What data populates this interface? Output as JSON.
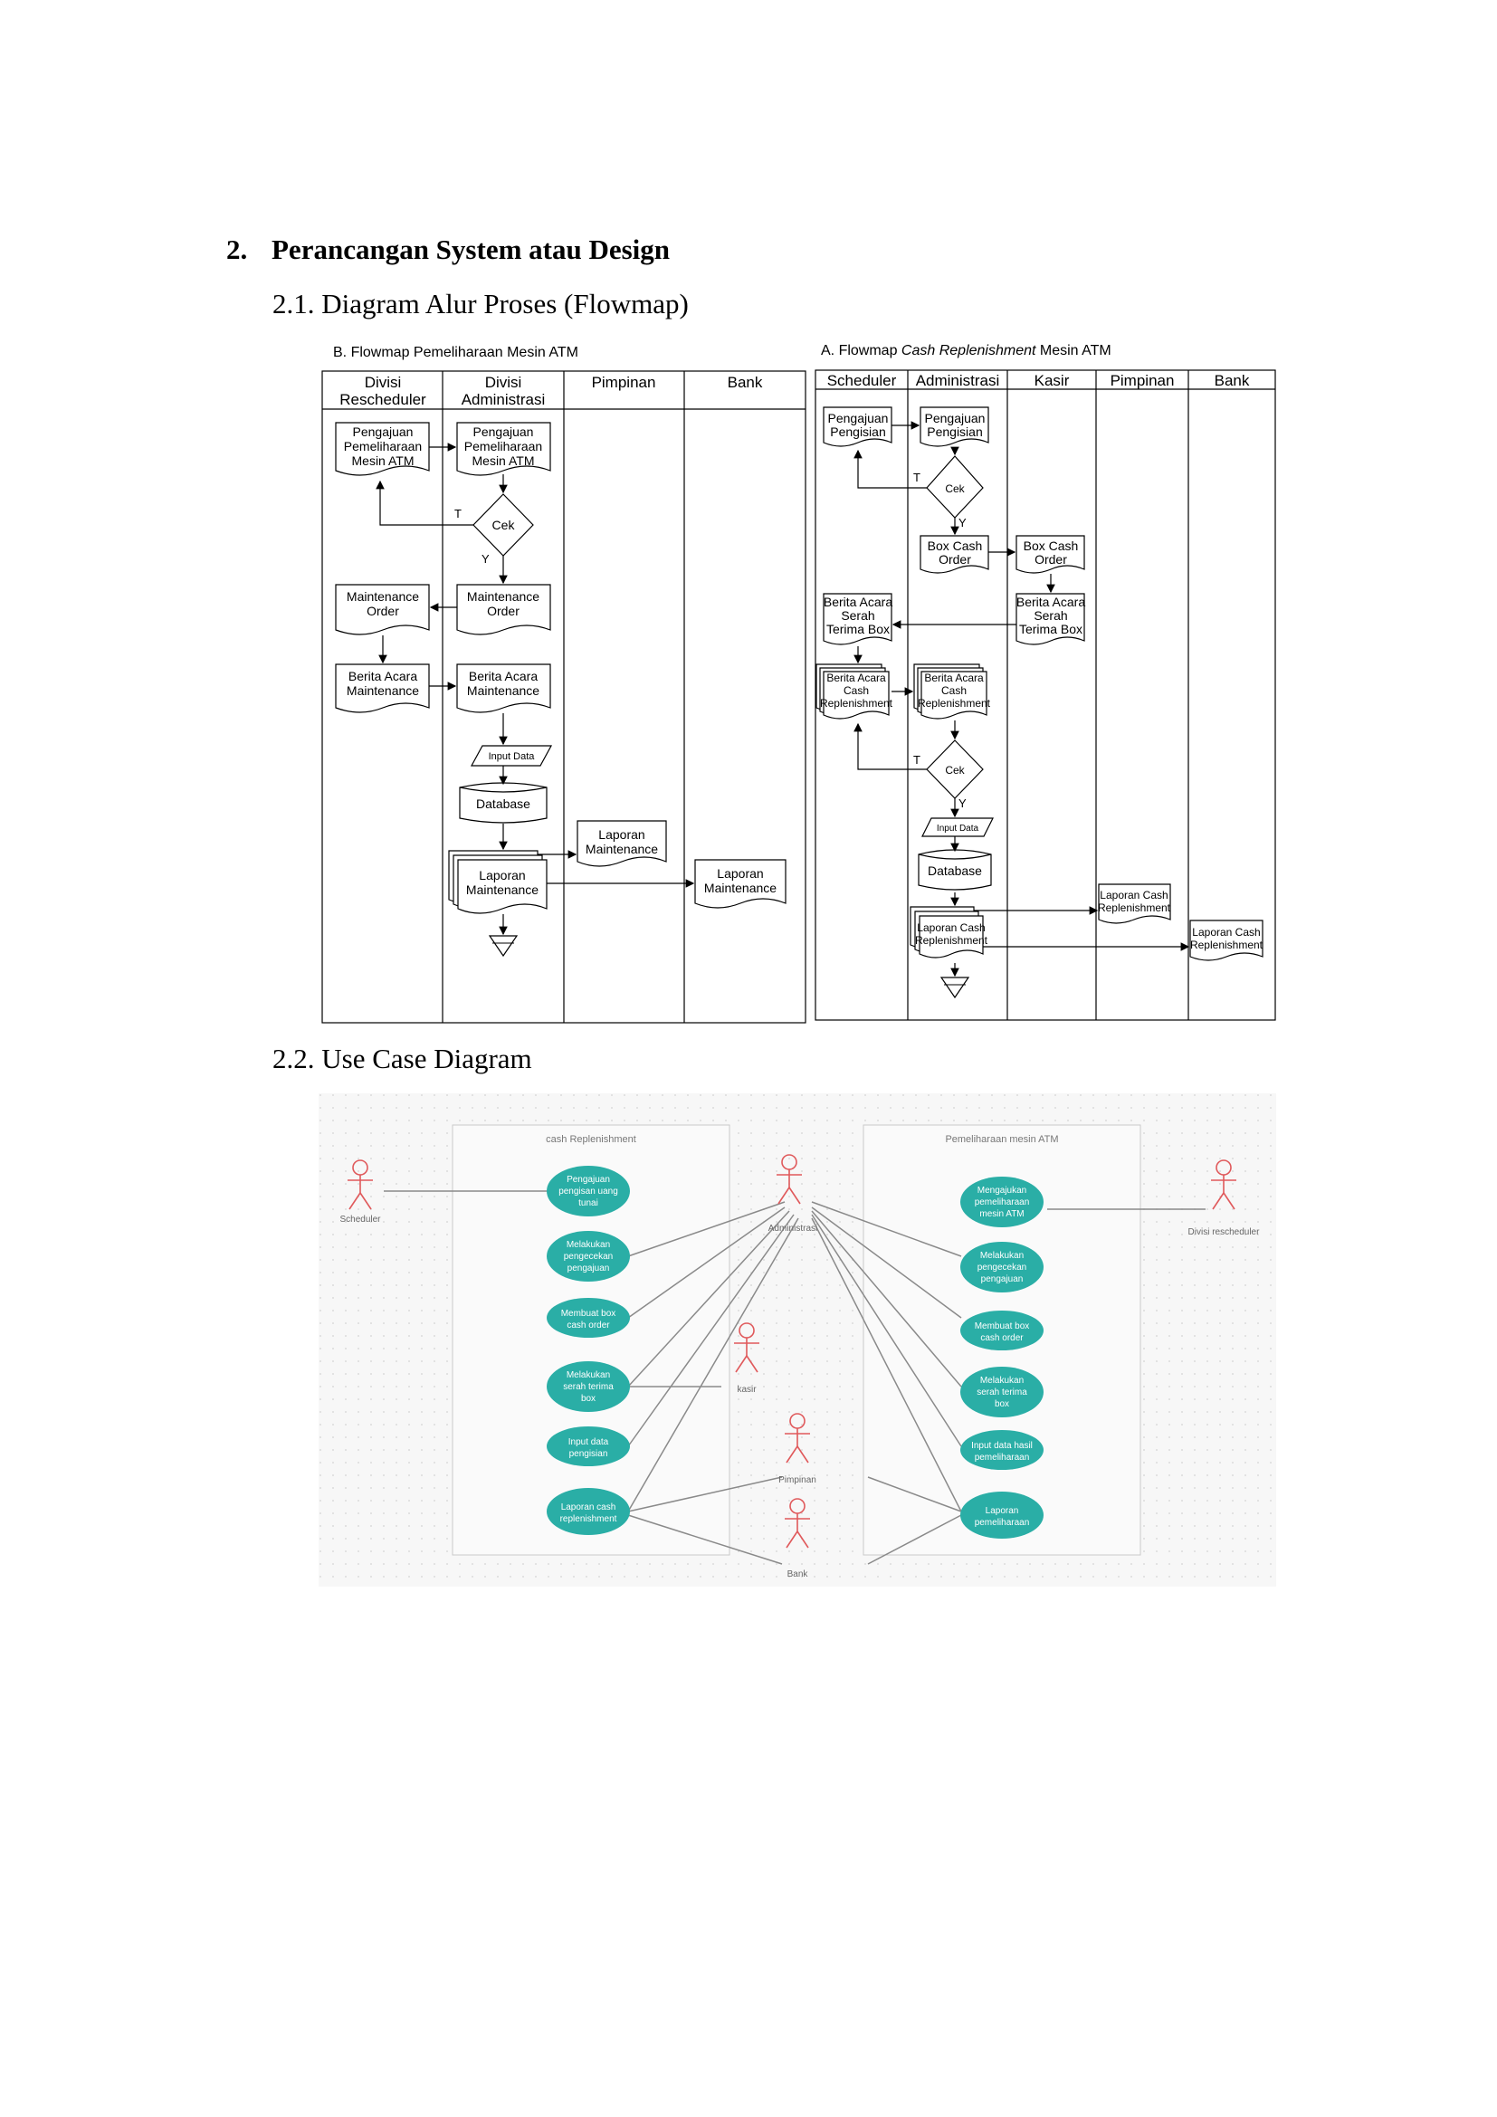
{
  "section": {
    "number": "2.",
    "title": "Perancangan System atau Design"
  },
  "sub1": {
    "number": "2.1.",
    "title": "Diagram Alur Proses (Flowmap)"
  },
  "sub2": {
    "number": "2.2.",
    "title": "Use Case Diagram"
  },
  "flowB": {
    "title": "B.  Flowmap Pemeliharaan Mesin ATM",
    "lanes": [
      [
        "Divisi",
        "Rescheduler"
      ],
      [
        "Divisi",
        "Administrasi"
      ],
      [
        "Pimpinan"
      ],
      [
        "Bank"
      ]
    ],
    "doc_pengajuan": [
      "Pengajuan",
      "Pemeliharaan",
      "Mesin ATM"
    ],
    "cek": "Cek",
    "t": "T",
    "y": "Y",
    "maint_order": [
      "Maintenance",
      "Order"
    ],
    "berita": [
      "Berita Acara",
      "Maintenance"
    ],
    "input": "Input Data",
    "database": "Database",
    "laporan": [
      "Laporan",
      "Maintenance"
    ]
  },
  "flowA": {
    "title_prefix": "A.  Flowmap ",
    "title_italic": "Cash Replenishment",
    "title_suffix": " Mesin ATM",
    "lanes": [
      "Scheduler",
      "Administrasi",
      "Kasir",
      "Pimpinan",
      "Bank"
    ],
    "pengajuan": [
      "Pengajuan",
      "Pengisian"
    ],
    "cek": "Cek",
    "t": "T",
    "y": "Y",
    "box": [
      "Box Cash",
      "Order"
    ],
    "serah": [
      "Berita Acara",
      "Serah",
      "Terima Box"
    ],
    "cashrep": [
      "Berita Acara",
      "Cash",
      "Replenishment"
    ],
    "input": "Input Data",
    "database": "Database",
    "laporan": [
      "Laporan Cash",
      "Replenishment"
    ]
  },
  "usecase": {
    "boundary_left": "cash Replenishment",
    "boundary_right": "Pemeliharaan mesin ATM",
    "actors": {
      "scheduler": "Scheduler",
      "administrasi": "Administrasi",
      "kasir": "kasir",
      "pimpinan": "Pimpinan",
      "bank": "Bank",
      "divisi": "Divisi rescheduler"
    },
    "left_cases": [
      [
        "Pengajuan",
        "pengisan uang",
        "tunai"
      ],
      [
        "Melakukan",
        "pengecekan",
        "pengajuan"
      ],
      [
        "Membuat box",
        "cash order"
      ],
      [
        "Melakukan",
        "serah terima",
        "box"
      ],
      [
        "Input data",
        "pengisian"
      ],
      [
        "Laporan cash",
        "replenishment"
      ]
    ],
    "right_cases": [
      [
        "Mengajukan",
        "pemeliharaan",
        "mesin ATM"
      ],
      [
        "Melakukan",
        "pengecekan",
        "pengajuan"
      ],
      [
        "Membuat box",
        "cash order"
      ],
      [
        "Melakukan",
        "serah terima",
        "box"
      ],
      [
        "Input data hasil",
        "pemeliharaan"
      ],
      [
        "Laporan",
        "pemeliharaan"
      ]
    ],
    "colors": {
      "usecase": "#2aaea6",
      "actor": "#e0595b",
      "line": "#8a8a8a"
    }
  }
}
